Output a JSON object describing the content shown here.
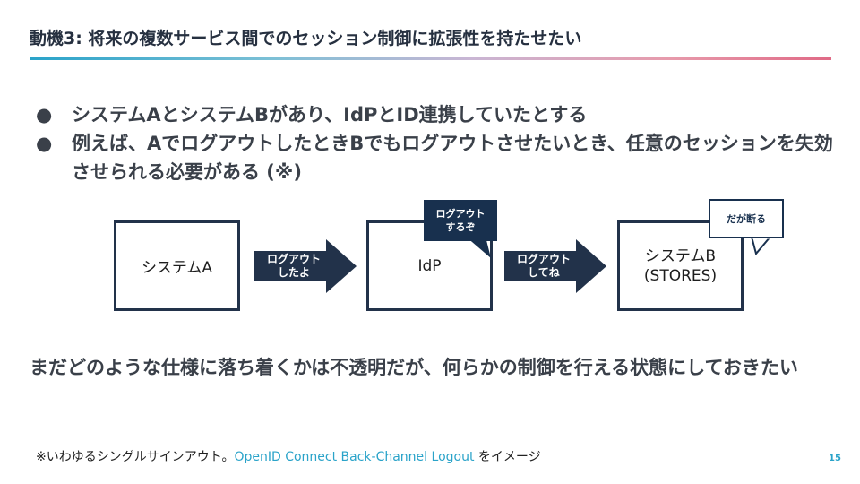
{
  "slide": {
    "title": "動機3: 将来の複数サービス間でのセッション制御に拡張性を持たせたい",
    "bullet_marker": "●",
    "bullets": [
      "システムAとシステムBがあり、IdPとID連携していたとする",
      "例えば、AでログアウトしたときBでもログアウトさせたいとき、任意のセッションを失効させられる必要がある (※)"
    ],
    "diagram": {
      "system_a": "システムA",
      "arrow_1_line1": "ログアウト",
      "arrow_1_line2": "したよ",
      "idp": "IdP",
      "idp_callout_line1": "ログアウト",
      "idp_callout_line2": "するぞ",
      "arrow_2_line1": "ログアウト",
      "arrow_2_line2": "してね",
      "system_b_line1": "システムB",
      "system_b_line2": "(STORES)",
      "system_b_callout": "だが断る"
    },
    "conclusion": "まだどのような仕様に落ち着くかは不透明だが、何らかの制御を行える状態にしておきたい",
    "footnote": {
      "prefix": "※いわゆるシングルサインアウト。",
      "link_text": "OpenID Connect Back-Channel Logout",
      "suffix": " をイメージ"
    },
    "page_number": "15"
  },
  "colors": {
    "navy": "#22324a",
    "callout_navy": "#18304e",
    "accent_blue": "#2aa3c9",
    "accent_pink": "#e06a86"
  }
}
